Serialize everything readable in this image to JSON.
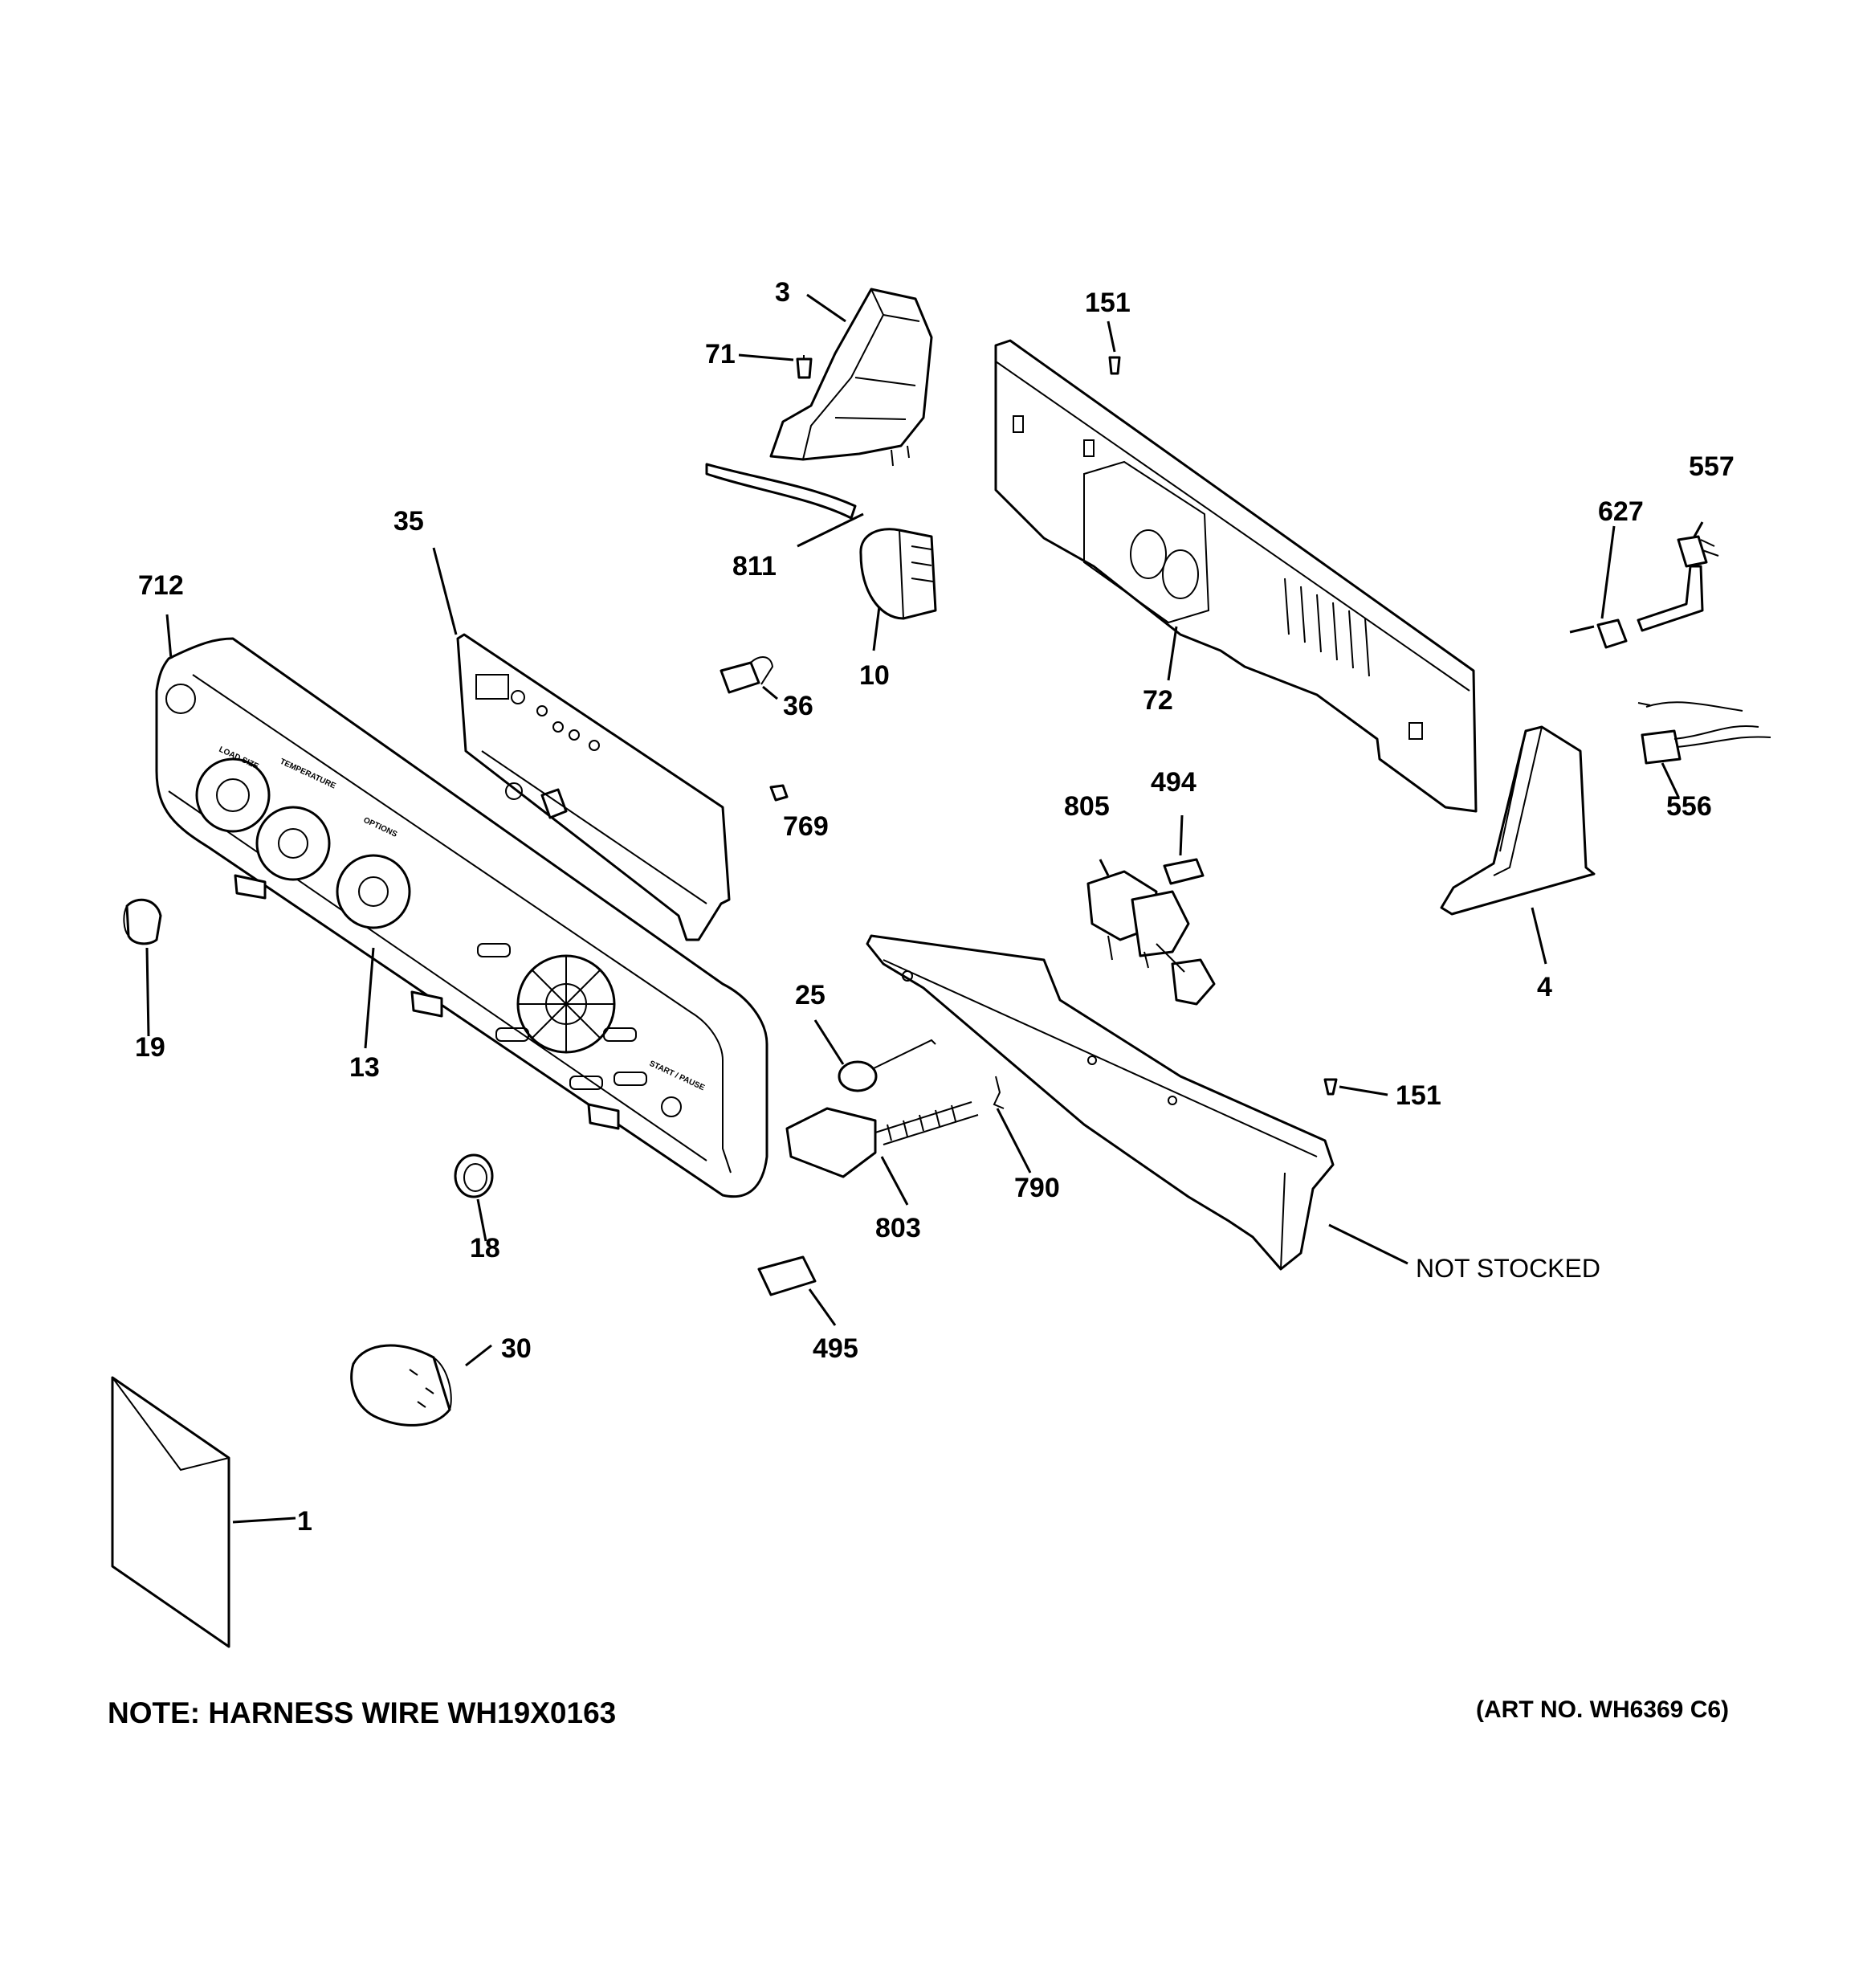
{
  "callouts": {
    "c1": "1",
    "c3": "3",
    "c4": "4",
    "c10": "10",
    "c13": "13",
    "c18": "18",
    "c19": "19",
    "c25": "25",
    "c30": "30",
    "c35": "35",
    "c36": "36",
    "c71": "71",
    "c72": "72",
    "c151a": "151",
    "c151b": "151",
    "c494": "494",
    "c495": "495",
    "c556": "556",
    "c557": "557",
    "c627": "627",
    "c712": "712",
    "c769": "769",
    "c790": "790",
    "c803": "803",
    "c805": "805",
    "c811": "811",
    "not_stocked": "NOT STOCKED"
  },
  "panel_labels": {
    "load_size": "LOAD SIZE",
    "temperature": "TEMPERATURE",
    "options": "OPTIONS",
    "start_pause": "START / PAUSE"
  },
  "notes": {
    "harness": "NOTE: HARNESS WIRE WH19X0163",
    "art_no": "(ART NO. WH6369 C6)"
  }
}
